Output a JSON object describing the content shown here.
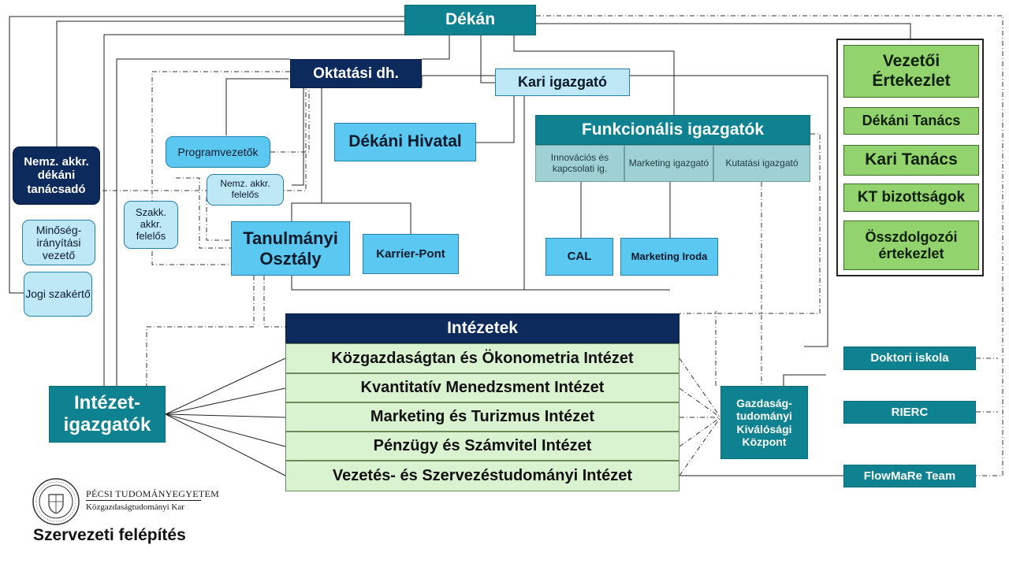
{
  "dekan": "Dékán",
  "oktatasi": "Oktatási dh.",
  "kari_igazgato": "Kari igazgató",
  "dekani_hivatal": "Dékáni Hivatal",
  "funkcionalis": {
    "title": "Funkcionális igazgatók",
    "subs": [
      "Innovációs és kapcsolati ig.",
      "Marketing igazgató",
      "Kutatási igazgató"
    ]
  },
  "cal": "CAL",
  "marketing_iroda": "Marketing Iroda",
  "programvezetok": "Programvezetők",
  "nemz_akkr_felelos": "Nemz. akkr. felelős",
  "szakk_akkr_felelos": "Szakk. akkr. felelős",
  "tanulmanyi": "Tanulmányi Osztály",
  "karrier": "Karrier-Pont",
  "left_boxes": {
    "nemz_akkr_tanacsado": "Nemz. akkr. dékáni tanácsadó",
    "minoseg": "Minőség-irányítási vezető",
    "jogi": "Jogi szakértő"
  },
  "intezetek": {
    "title": "Intézetek",
    "items": [
      "Közgazdaságtan és Ökonometria Intézet",
      "Kvantitatív Menedzsment Intézet",
      "Marketing és Turizmus Intézet",
      "Pénzügy és Számvitel Intézet",
      "Vezetés- és Szervezéstudományi Intézet"
    ]
  },
  "intezetigazgatok": "Intézet-igazgatók",
  "gtk_kozpont": "Gazdaság-tudományi Kiválósági Központ",
  "right_panel": [
    "Vezetői Értekezlet",
    "Dékáni Tanács",
    "Kari Tanács",
    "KT bizottságok",
    "Összdolgozói értekezlet"
  ],
  "right_small": [
    "Doktori iskola",
    "RIERC",
    "FlowMaRe Team"
  ],
  "university": "PÉCSI TUDOMÁNYEGYETEM",
  "faculty": "Közgazdaságtudományi Kar",
  "caption": "Szervezeti felépítés",
  "colors": {
    "teal": "#0e8290",
    "navy": "#0c2a5c",
    "light_blue": "#5bc8f2",
    "pale_blue": "#bfe8f7",
    "green": "#92d36e",
    "pale_green": "#d9f2d0"
  }
}
